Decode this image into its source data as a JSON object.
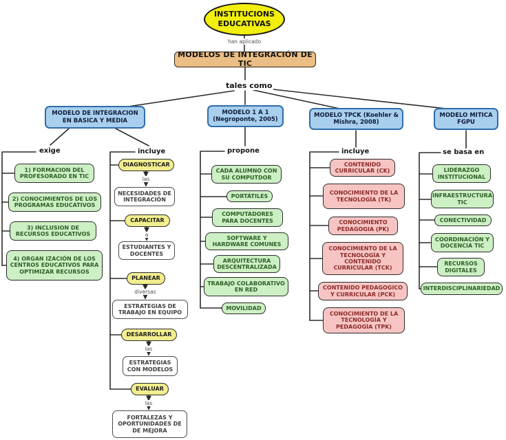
{
  "diagram": {
    "root": {
      "label": "INSTITUCIONS EDUCATIVAS"
    },
    "links": {
      "root_to_main": "han aplicado",
      "main_to_models": "tales como"
    },
    "main": {
      "label": "MODELOS DE INTEGRACIÓN DE TIC"
    },
    "models": [
      {
        "label": "MODELO DE INTEGRACION EN BASICA Y MEDIA"
      },
      {
        "label": "MODELO 1 A 1 (Negroponte, 2005)"
      },
      {
        "label": "MODELO TPCK (Koehler & Mishra, 2008)"
      },
      {
        "label": "MODELO MITICA FGPU"
      }
    ],
    "columns": [
      {
        "connector": "exige",
        "items": [
          {
            "label": "1) FORMACION DEL PROFESORADO EN TIC"
          },
          {
            "label": "2) CONOCIMIENTOS DE LOS PROGRAMAS EDUCATIVOS"
          },
          {
            "label": "3) INCLUSION DE RECURSOS EDUCATIVOS"
          },
          {
            "label": "4) ORGAN IZACIÓN DE LOS CENTROS EDUCATIVOS PARA OPTIMIZAR RECURSOS"
          }
        ]
      },
      {
        "connector": "incluye",
        "items": [
          {
            "kind": "action",
            "label": "DIAGNOSTICAR"
          },
          {
            "kind": "linkword",
            "label": "las"
          },
          {
            "kind": "detail",
            "label": "NECESIDADES DE INTEGRACIÓN"
          },
          {
            "kind": "action",
            "label": "CAPACITAR"
          },
          {
            "kind": "linkword",
            "label": "a"
          },
          {
            "kind": "detail",
            "label": "ESTUDIANTES Y DOCENTES"
          },
          {
            "kind": "action",
            "label": "PLANEAR"
          },
          {
            "kind": "linkword",
            "label": "diversas"
          },
          {
            "kind": "detail",
            "label": "ESTRATEGIAS DE TRABAJO EN EQUIPO"
          },
          {
            "kind": "action",
            "label": "DESARROLLAR"
          },
          {
            "kind": "linkword",
            "label": "las"
          },
          {
            "kind": "detail",
            "label": "ESTRATEGIAS CON MODELOS"
          },
          {
            "kind": "action",
            "label": "EVALUAR"
          },
          {
            "kind": "linkword",
            "label": "las"
          },
          {
            "kind": "detail",
            "label": "FORTALEZAS Y OPORTUNIDADES DE DE MEJORA"
          }
        ]
      },
      {
        "connector": "propone",
        "items": [
          {
            "label": "CADA ALUMNO CON SU COMPUTDOR"
          },
          {
            "label": "PORTÁTILES"
          },
          {
            "label": "COMPUTADORES PARA DOCENTES"
          },
          {
            "label": "SOFTWARE Y HARDWARE COMUNES"
          },
          {
            "label": "ARQUITECTURA DESCENTRALIZADA"
          },
          {
            "label": "TRABAJO COLABORATIVO EN RED"
          },
          {
            "label": "MOVILIDAD"
          }
        ]
      },
      {
        "connector": "incluye",
        "items": [
          {
            "label": "CONTENIDO CURRICULAR (CK)"
          },
          {
            "label": "CONOCIMIENTO DE LA TECNOLOGÍA (TK)"
          },
          {
            "label": "CONOCIMIENTO PEDAGOGIA (PK)"
          },
          {
            "label": "CONOCIMIENTO DE LA TECNOLOGÍA Y CONTENIDO CURRICULAR (TCK)"
          },
          {
            "label": "CONTENIDO PEDAGOGICO Y CURRICULAR (PCK)"
          },
          {
            "label": "CONOCIMIENTO DE LA TECNOLOGÍA Y PEDAGOGÍA (TPK)"
          }
        ]
      },
      {
        "connector": "se basa en",
        "items": [
          {
            "label": "LIDERAZGO INSTITUCIONAL"
          },
          {
            "label": "INFRAESTRUCTURA TIC"
          },
          {
            "label": "CONECTIVIDAD"
          },
          {
            "label": "COORDINACIÓN Y DOCENCIA TIC"
          },
          {
            "label": "RECURSOS DIGITALES"
          },
          {
            "label": "INTERDISCIPLINARIEDAD"
          }
        ]
      }
    ],
    "colors": {
      "root_fill": "#F2EE0D",
      "main_fill": "#EBBE85",
      "model_fill": "#A9CFEE",
      "model_border": "#2F6CA8",
      "feature_fill": "#CDEFC4",
      "component_fill": "#F6C5C3",
      "action_fill": "#F2EE8E",
      "detail_fill": "#FFFFFF",
      "line": "#2B2B2B"
    }
  }
}
